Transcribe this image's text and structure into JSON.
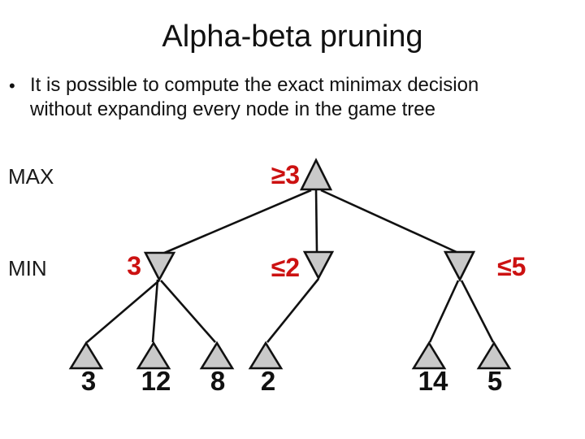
{
  "slide": {
    "title": "Alpha-beta pruning",
    "bullet_marker": "•",
    "bullet_line1": "It is possible to compute the exact minimax decision",
    "bullet_line2": "without expanding every node in the game tree"
  },
  "diagram": {
    "row_labels": {
      "max": "MAX",
      "min": "MIN"
    },
    "root": {
      "value": "≥3",
      "player": "MAX"
    },
    "min_nodes": [
      {
        "value": "3",
        "label_side": "left"
      },
      {
        "value": "≤2",
        "label_side": "left"
      },
      {
        "value": "≤5",
        "label_side": "right"
      }
    ],
    "leaves": [
      {
        "value": "3",
        "parent_min_node": 0
      },
      {
        "value": "12",
        "parent_min_node": 0
      },
      {
        "value": "8",
        "parent_min_node": 0
      },
      {
        "value": "2",
        "parent_min_node": 1
      },
      {
        "value": "14",
        "parent_min_node": 2
      },
      {
        "value": "5",
        "parent_min_node": 2
      }
    ],
    "colors": {
      "node_fill": "#c9c9c9",
      "node_stroke": "#111111",
      "edge": "#111111",
      "bound_value_text": "#cc1111",
      "leaf_value_text": "#111111"
    }
  }
}
